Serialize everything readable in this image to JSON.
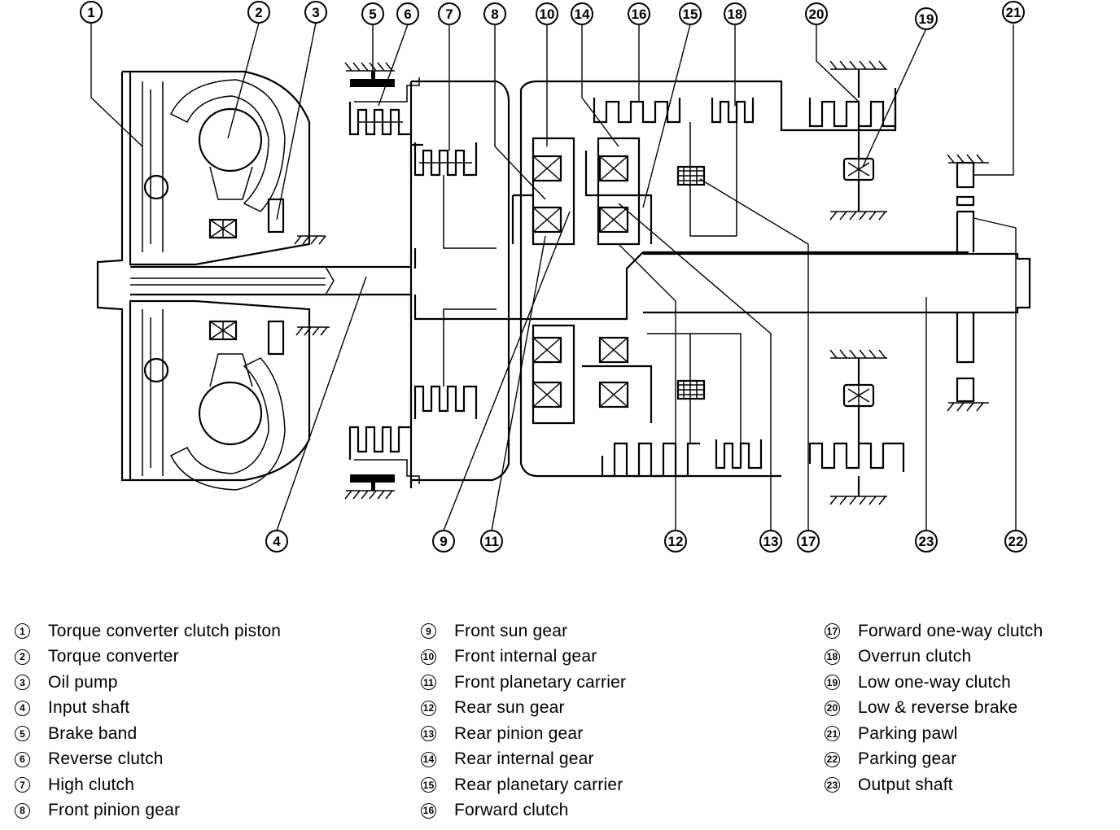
{
  "callouts": [
    {
      "num": "1"
    },
    {
      "num": "2"
    },
    {
      "num": "3"
    },
    {
      "num": "5"
    },
    {
      "num": "6"
    },
    {
      "num": "7"
    },
    {
      "num": "8"
    },
    {
      "num": "10"
    },
    {
      "num": "14"
    },
    {
      "num": "16"
    },
    {
      "num": "15"
    },
    {
      "num": "18"
    },
    {
      "num": "20"
    },
    {
      "num": "19"
    },
    {
      "num": "21"
    },
    {
      "num": "4"
    },
    {
      "num": "9"
    },
    {
      "num": "11"
    },
    {
      "num": "12"
    },
    {
      "num": "13"
    },
    {
      "num": "17"
    },
    {
      "num": "23"
    },
    {
      "num": "22"
    }
  ],
  "legend": {
    "col1": [
      {
        "num": "1",
        "label": "Torque converter clutch piston"
      },
      {
        "num": "2",
        "label": "Torque converter"
      },
      {
        "num": "3",
        "label": "Oil pump"
      },
      {
        "num": "4",
        "label": "Input shaft"
      },
      {
        "num": "5",
        "label": "Brake band"
      },
      {
        "num": "6",
        "label": "Reverse clutch"
      },
      {
        "num": "7",
        "label": "High clutch"
      },
      {
        "num": "8",
        "label": "Front pinion gear"
      }
    ],
    "col2": [
      {
        "num": "9",
        "label": "Front sun gear"
      },
      {
        "num": "10",
        "label": "Front internal gear"
      },
      {
        "num": "11",
        "label": "Front planetary carrier"
      },
      {
        "num": "12",
        "label": "Rear sun gear"
      },
      {
        "num": "13",
        "label": "Rear pinion gear"
      },
      {
        "num": "14",
        "label": "Rear internal gear"
      },
      {
        "num": "15",
        "label": "Rear planetary carrier"
      },
      {
        "num": "16",
        "label": "Forward clutch"
      }
    ],
    "col3": [
      {
        "num": "17",
        "label": "Forward one-way clutch"
      },
      {
        "num": "18",
        "label": "Overrun clutch"
      },
      {
        "num": "19",
        "label": "Low one-way clutch"
      },
      {
        "num": "20",
        "label": "Low & reverse brake"
      },
      {
        "num": "21",
        "label": "Parking pawl"
      },
      {
        "num": "22",
        "label": "Parking gear"
      },
      {
        "num": "23",
        "label": "Output shaft"
      }
    ]
  }
}
